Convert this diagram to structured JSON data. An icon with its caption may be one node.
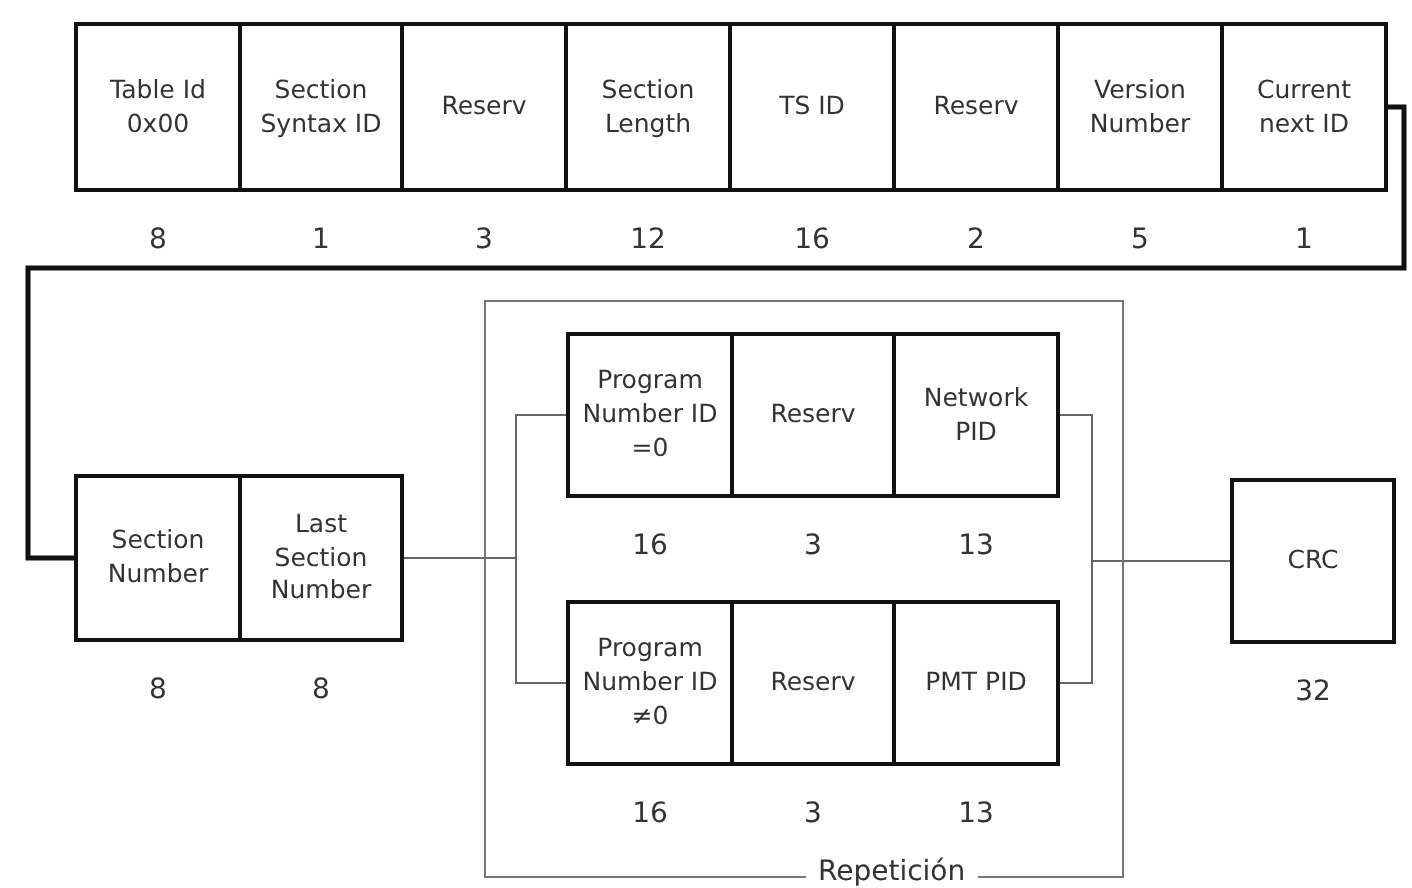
{
  "diagram": {
    "nodes": [
      {
        "text": [
          "Table Id 0x00"
        ],
        "beside": [
          "8"
        ]
      },
      {
        "text": [
          "Section Syntax ID"
        ],
        "beside": [
          "1"
        ]
      },
      {
        "text": [
          "Reserv"
        ],
        "beside": [
          "3"
        ]
      },
      {
        "text": [
          "Section Length"
        ],
        "beside": [
          "12"
        ]
      },
      {
        "text": [
          "TS ID"
        ],
        "beside": [
          "16"
        ]
      },
      {
        "text": [
          "Reserv"
        ],
        "beside": [
          "2"
        ]
      },
      {
        "text": [
          "Version Number"
        ],
        "beside": [
          "5"
        ]
      },
      {
        "text": [
          "Current next ID"
        ],
        "beside": [
          "1"
        ]
      },
      {
        "text": [
          "Section Number"
        ],
        "beside": [
          "8"
        ]
      },
      {
        "text": [
          "Last Section Number"
        ],
        "beside": [
          "8"
        ]
      },
      {
        "text": [
          "Repetición"
        ]
      },
      {
        "text": [
          "Program Number ID =0"
        ],
        "beside": [
          "16"
        ],
        "in": 10
      },
      {
        "text": [
          "Reserv"
        ],
        "beside": [
          "3"
        ],
        "in": 10
      },
      {
        "text": [
          "Network PID"
        ],
        "beside": [
          "13"
        ],
        "in": 10
      },
      {
        "text": [
          "Program Number ID ≠0"
        ],
        "beside": [
          "16"
        ],
        "in": 10
      },
      {
        "text": [
          "Reserv"
        ],
        "beside": [
          "3"
        ],
        "in": 10
      },
      {
        "text": [
          "PMT PID"
        ],
        "beside": [
          "13"
        ],
        "in": 10
      },
      {
        "text": [
          "CRC"
        ],
        "beside": [
          "32"
        ]
      }
    ],
    "edges": [
      {
        "from": 7,
        "to": 8,
        "arrow": "none",
        "style": "thick"
      },
      {
        "from": 9,
        "to": 11,
        "arrow": "none"
      },
      {
        "from": 9,
        "to": 14,
        "arrow": "none"
      },
      {
        "from": 13,
        "to": 17,
        "arrow": "none"
      },
      {
        "from": 16,
        "to": 17,
        "arrow": "none"
      }
    ]
  }
}
